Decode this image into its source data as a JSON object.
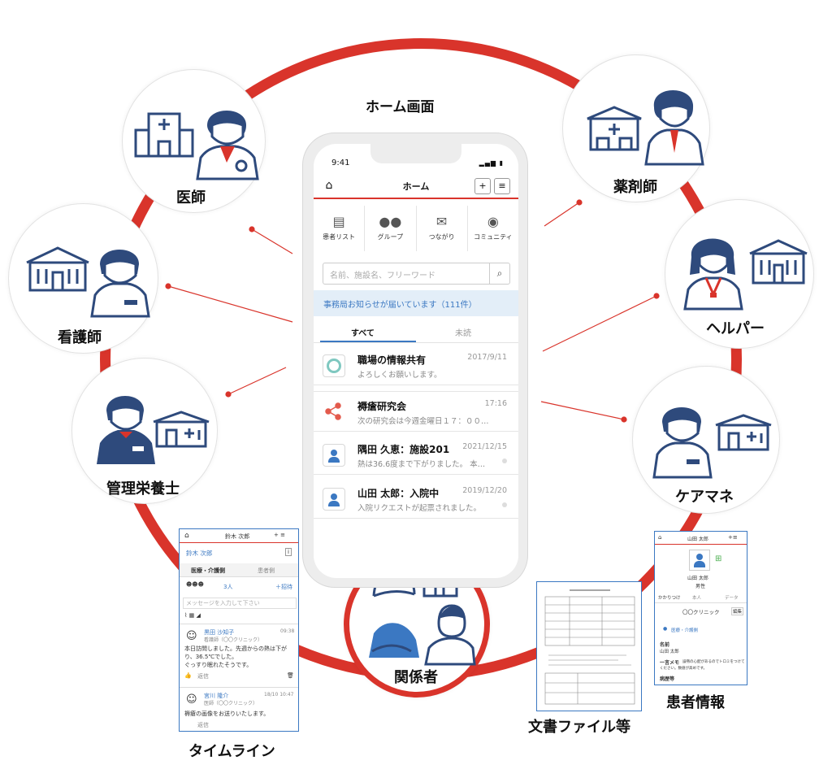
{
  "colors": {
    "accent": "#d9342b",
    "figure": "#2e4a7c",
    "link": "#3b78c2"
  },
  "diagram_title": "ホーム画面",
  "nodes": [
    {
      "id": "doctor",
      "label": "医師",
      "icons": [
        "hospital-icon",
        "doctor-icon"
      ]
    },
    {
      "id": "nurse",
      "label": "看護師",
      "icons": [
        "building-icon",
        "nurse-icon"
      ]
    },
    {
      "id": "dietitian",
      "label": "管理栄養士",
      "icons": [
        "dietitian-icon",
        "clinic-icon"
      ]
    },
    {
      "id": "pharmacist",
      "label": "薬剤師",
      "icons": [
        "pharmacy-icon",
        "pharmacist-icon"
      ]
    },
    {
      "id": "helper",
      "label": "ヘルパー",
      "icons": [
        "helper-icon",
        "facility-icon"
      ]
    },
    {
      "id": "care-manager",
      "label": "ケアマネ",
      "icons": [
        "care-manager-icon",
        "care-office-icon"
      ]
    },
    {
      "id": "related",
      "label": "関係者",
      "icons": [
        "family-icon",
        "house-icon"
      ]
    }
  ],
  "side_labels": {
    "timeline": "タイムライン",
    "documents": "文書ファイル等",
    "patient": "患者情報"
  },
  "phone": {
    "time": "9:41",
    "header_title": "ホーム",
    "menu": [
      {
        "label": "患者リスト",
        "icon": "id-card-icon"
      },
      {
        "label": "グループ",
        "icon": "group-icon"
      },
      {
        "label": "つながり",
        "icon": "mail-icon"
      },
      {
        "label": "コミュニティ",
        "icon": "globe-icon"
      }
    ],
    "search_placeholder": "名前、施設名、フリーワード",
    "notice": "事務局お知らせが届いています（111件）",
    "tabs": [
      "すべて",
      "未読"
    ],
    "items": [
      {
        "title": "職場の情報共有",
        "subtitle": "よろしくお願いします。",
        "date": "2017/9/11",
        "icon": "ring-icon"
      },
      {
        "title": "褥瘡研究会",
        "subtitle": "次の研究会は今週金曜日１７：００…",
        "date": "17:16",
        "icon": "share-icon"
      },
      {
        "title": "隅田 久恵：施設201",
        "subtitle": "熱は36.6度まで下がりました。 本…",
        "date": "2021/12/15",
        "icon": "person-icon"
      },
      {
        "title": "山田 太郎：入院中",
        "subtitle": "入院リクエストが起票されました。",
        "date": "2019/12/20",
        "icon": "person-icon"
      }
    ]
  },
  "timeline_card": {
    "header": "鈴木 次郎",
    "patient": "鈴木 次郎",
    "tabs": [
      "医療・介護側",
      "患者側"
    ],
    "members": "3人",
    "invite": "＋招待",
    "input_placeholder": "メッセージを入力して下さい",
    "posts": [
      {
        "name": "黒田 沙知子",
        "role": "看護師（〇〇クリニック）",
        "time": "09:38",
        "lines": [
          "本日訪問しました。先週からの熱は下が",
          "り、36.5℃でした。",
          "ぐっすり眠れたそうです。"
        ]
      },
      {
        "name": "宮川 隆介",
        "role": "医師（〇〇クリニック）",
        "time": "18/10 10:47",
        "lines": [
          "褥瘡の画像をお送りいたします。"
        ]
      }
    ],
    "reply": "返信"
  },
  "patient_card": {
    "header": "山田 太郎",
    "name": "山田 太郎",
    "sub": "男性",
    "tabs": [
      "かかりつけ",
      "本人",
      "データ"
    ],
    "clinic": "〇〇クリニック",
    "edit": "編集",
    "team": "医療・介護側",
    "fields": [
      {
        "k": "名前",
        "v": "山田 太郎"
      },
      {
        "k": "一言メモ",
        "v": "誤嚥の心配があるのでトロミをつけて"
      },
      {
        "k": "",
        "v": "ください。数値が高めです。"
      },
      {
        "k": "病歴等",
        "v": ""
      }
    ]
  }
}
